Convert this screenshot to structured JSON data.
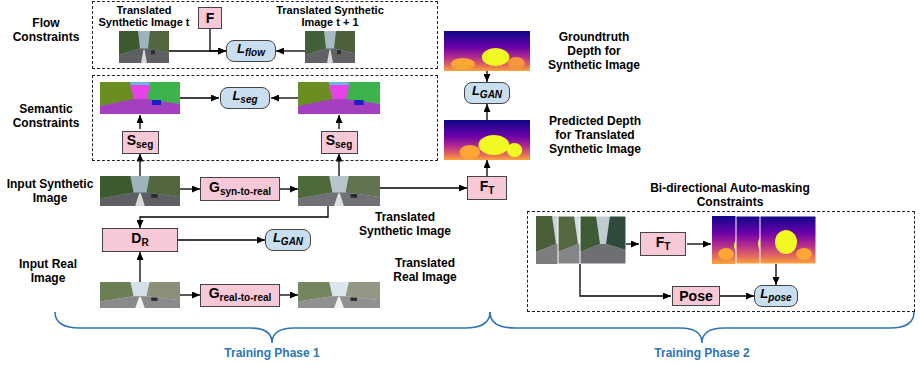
{
  "diagram": {
    "nodes": [
      {
        "text": [
          "Flow Constraints"
        ]
      },
      {
        "text": [
          "Translated Synthetic Image t"
        ],
        "in": 0
      },
      {
        "text": [
          "F"
        ],
        "in": 0
      },
      {
        "text": [
          "Lflow"
        ],
        "in": 0
      },
      {
        "text": [
          "Translated Synthetic Image t + 1"
        ],
        "in": 0
      },
      {
        "text": [
          "Groundtruth Depth for Synthetic Image"
        ]
      },
      {
        "text": [
          "LGAN"
        ]
      },
      {
        "text": [
          "Semantic Constraints"
        ]
      },
      {
        "text": [
          "Lseg"
        ],
        "in": 7
      },
      {
        "text": [
          "Sseg"
        ],
        "in": 7
      },
      {
        "text": [
          "Sseg"
        ],
        "in": 7
      },
      {
        "text": [
          "Predicted Depth for Translated Synthetic Image"
        ]
      },
      {
        "text": [
          "Input Synthetic Image"
        ]
      },
      {
        "text": [
          "Gsyn-to-real"
        ]
      },
      {
        "text": [
          "Translated Synthetic Image"
        ]
      },
      {
        "text": [
          "FT"
        ]
      },
      {
        "text": [
          "DR"
        ]
      },
      {
        "text": [
          "LGAN"
        ]
      },
      {
        "text": [
          "Input Real Image"
        ]
      },
      {
        "text": [
          "Greal-to-real"
        ]
      },
      {
        "text": [
          "Translated Real Image"
        ]
      },
      {
        "text": [
          "Bi-directional Auto-masking Constraints"
        ]
      },
      {
        "text": [
          "FT"
        ],
        "in": 21
      },
      {
        "text": [
          "Pose"
        ],
        "in": 21
      },
      {
        "text": [
          "Lpose"
        ],
        "in": 21
      }
    ],
    "edges": [
      {
        "from": 1,
        "to": 3,
        "arrow": "to"
      },
      {
        "from": 2,
        "to": 3,
        "arrow": "to"
      },
      {
        "from": 4,
        "to": 3,
        "arrow": "to"
      },
      {
        "from": 5,
        "to": 6,
        "arrow": "to"
      },
      {
        "from": 11,
        "to": 6,
        "arrow": "to"
      },
      {
        "from": 12,
        "to": 9,
        "arrow": "to"
      },
      {
        "from": 12,
        "to": 13,
        "arrow": "to"
      },
      {
        "from": 13,
        "to": 14,
        "arrow": "to"
      },
      {
        "from": 14,
        "to": 10,
        "arrow": "to"
      },
      {
        "from": 14,
        "to": 15,
        "arrow": "to"
      },
      {
        "from": 14,
        "to": 16,
        "arrow": "to"
      },
      {
        "from": 15,
        "to": 11,
        "arrow": "to"
      },
      {
        "from": 16,
        "to": 17,
        "arrow": "to"
      },
      {
        "from": 18,
        "to": 16,
        "arrow": "to"
      },
      {
        "from": 18,
        "to": 19,
        "arrow": "to"
      },
      {
        "from": 19,
        "to": 20,
        "arrow": "to"
      },
      {
        "from": 23,
        "to": 24,
        "arrow": "to"
      }
    ],
    "labels": [
      "Training Phase 1",
      "Training Phase 2"
    ]
  }
}
